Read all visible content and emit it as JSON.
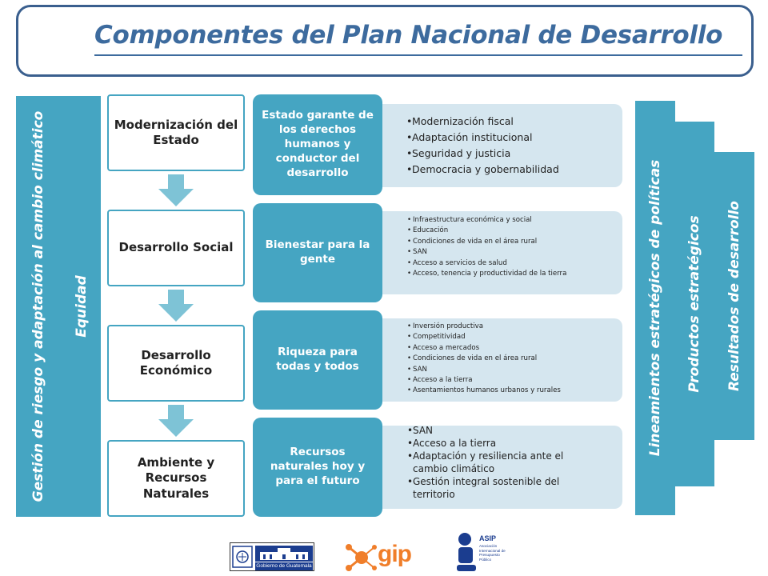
{
  "title": "Componentes del Plan Nacional de Desarrollo",
  "left_column": {
    "label_outer": "Gestión de riesgo y adaptación al cambio climático",
    "label_inner": "Equidad"
  },
  "stages": [
    {
      "label": "Modernización del Estado"
    },
    {
      "label": "Desarrollo Social"
    },
    {
      "label": "Desarrollo Económico"
    },
    {
      "label": "Ambiente y Recursos Naturales"
    }
  ],
  "cards": [
    {
      "heading": "Estado garante de los derechos humanos y conductor del desarrollo",
      "items": [
        "Modernización fiscal",
        "Adaptación institucional",
        "Seguridad y justicia",
        "Democracia y gobernabilidad"
      ]
    },
    {
      "heading": "Bienestar para la gente",
      "items": [
        "Infraestructura  económica y social",
        "Educación",
        "Condiciones de vida en el área rural",
        "SAN",
        "Acceso  a servicios de salud",
        "Acceso,  tenencia y productividad de la tierra"
      ]
    },
    {
      "heading": "Riqueza para todas y todos",
      "items": [
        "Inversión productiva",
        "Competitividad",
        "Acceso a mercados",
        "Condiciones de vida en el área rural",
        "SAN",
        "Acceso a la tierra",
        "Asentamientos humanos urbanos y rurales"
      ]
    },
    {
      "heading": "Recursos naturales hoy y para el futuro",
      "items": [
        "SAN",
        "Acceso a la tierra",
        "Adaptación y resiliencia ante el cambio climático",
        "Gestión integral sostenible del territorio"
      ]
    }
  ],
  "right_columns": [
    {
      "label": "Lineamientos estratégicos de políticas"
    },
    {
      "label": "Productos estratégicos"
    },
    {
      "label": "Resultados de desarrollo"
    }
  ],
  "logos": {
    "gobierno": "Gobierno de Guatemala",
    "agip": "gip",
    "asip_title": "ASIP",
    "asip_sub": "Asociación Internacional de Presupuesto Público"
  },
  "colors": {
    "accent": "#45a5c2",
    "title": "#3d6b9e",
    "card_bg": "#d5e6ef",
    "arrow": "#7ec3d6"
  }
}
